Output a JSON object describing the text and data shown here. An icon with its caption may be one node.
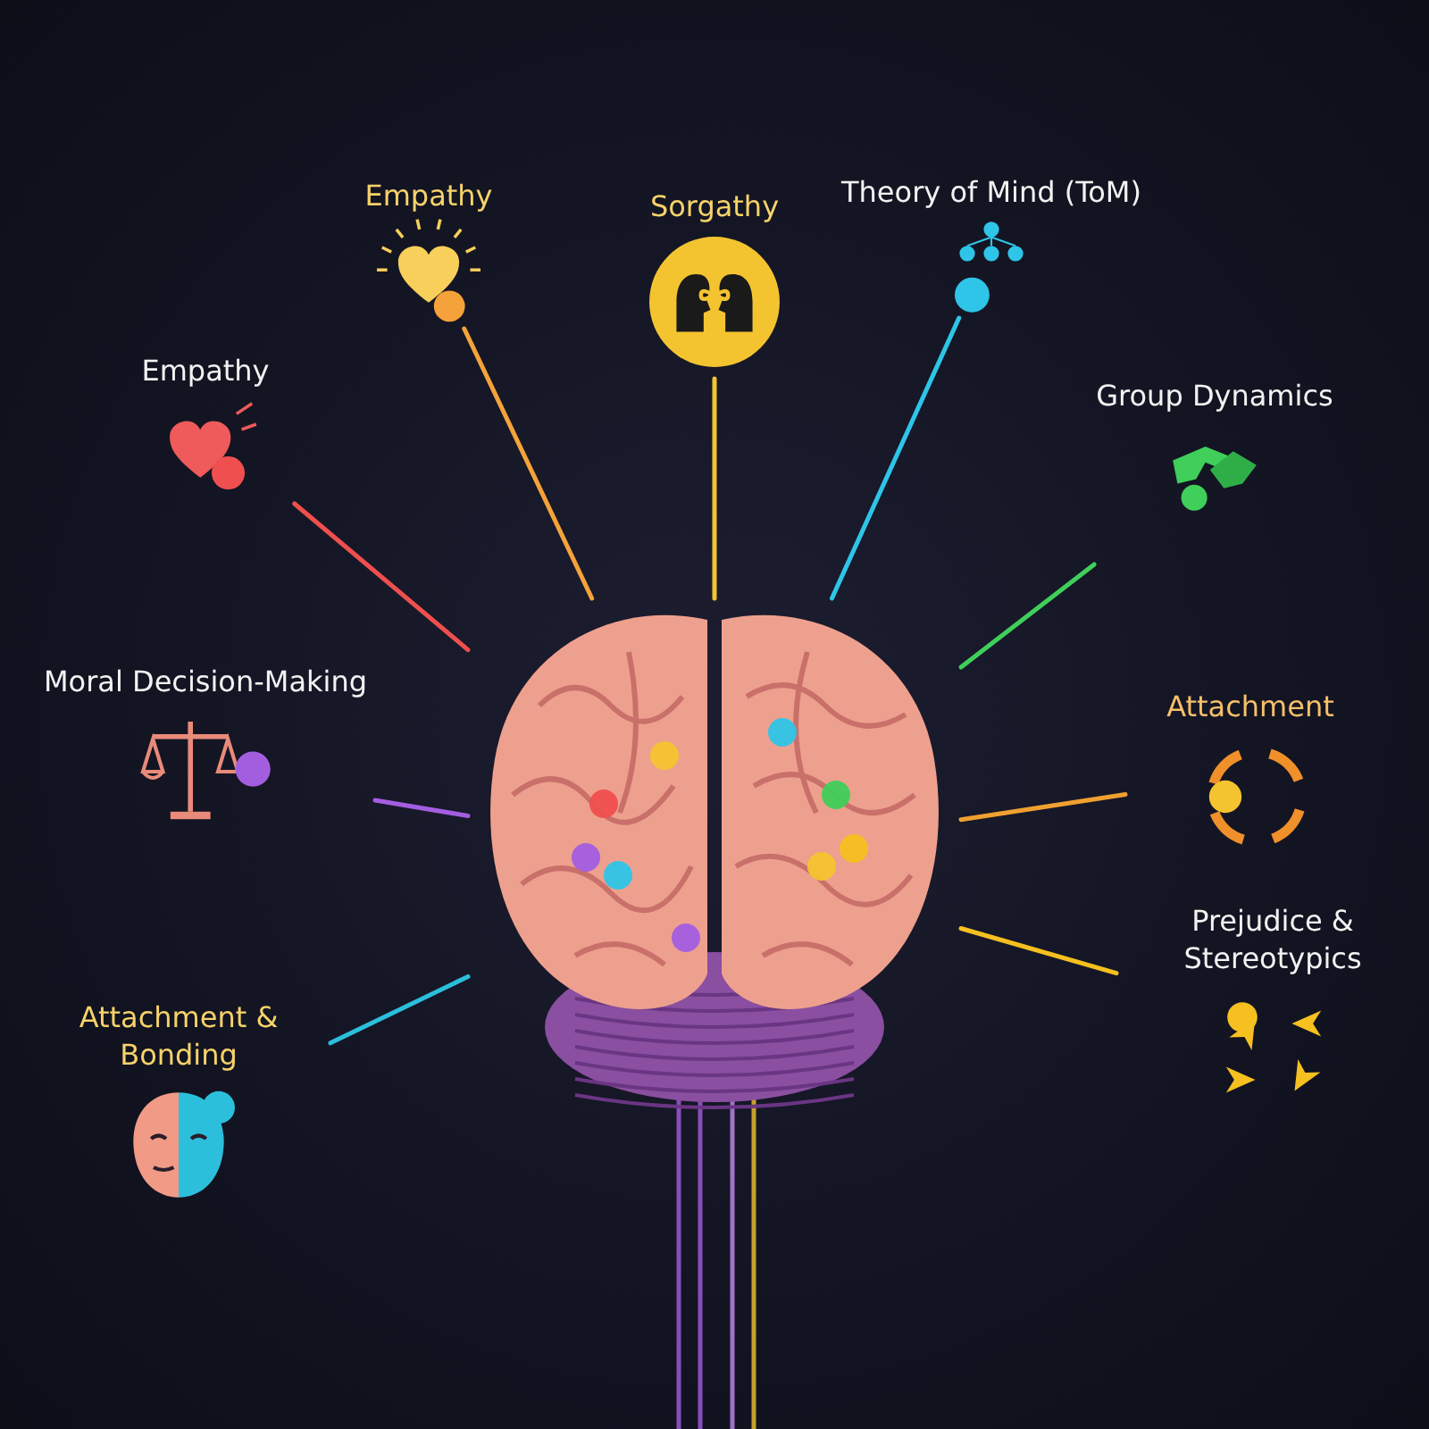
{
  "diagram": {
    "nodes": [
      {
        "text": [
          "Empathy"
        ]
      },
      {
        "text": [
          "Sorgathy"
        ]
      },
      {
        "text": [
          "Theory of Mind (ToM)"
        ]
      },
      {
        "text": [
          "Empathy"
        ]
      },
      {
        "text": [
          "Group Dynamics"
        ]
      },
      {
        "text": [
          "Moral Decision-Making"
        ]
      },
      {
        "text": [
          "Attachment"
        ]
      },
      {
        "text": [
          "Prejudice & Stereotypics"
        ]
      },
      {
        "text": [
          "Attachment & Bonding"
        ]
      },
      {
        "text": [],
        "shape": "picture"
      }
    ],
    "edges": [
      {
        "from": 0,
        "to": 9,
        "arrow": "none",
        "color": "#f5a23a"
      },
      {
        "from": 1,
        "to": 9,
        "arrow": "none",
        "color": "#f4c430"
      },
      {
        "from": 2,
        "to": 9,
        "arrow": "none",
        "color": "#2ec5e8"
      },
      {
        "from": 3,
        "to": 9,
        "arrow": "none",
        "color": "#ef4f4f"
      },
      {
        "from": 4,
        "to": 9,
        "arrow": "none",
        "color": "#3fcf5a"
      },
      {
        "from": 5,
        "to": 9,
        "arrow": "none",
        "color": "#a35ee0"
      },
      {
        "from": 6,
        "to": 9,
        "arrow": "none",
        "color": "#f0a030"
      },
      {
        "from": 7,
        "to": 9,
        "arrow": "none",
        "color": "#f5c020"
      },
      {
        "from": 8,
        "to": 9,
        "arrow": "none",
        "color": "#2bbfdc"
      }
    ]
  }
}
